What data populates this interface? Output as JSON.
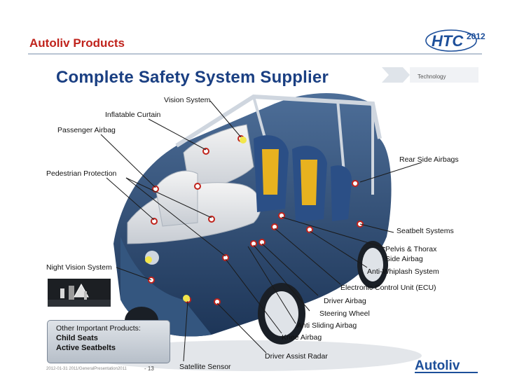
{
  "header": {
    "title": "Autoliv Products",
    "logo_text": "HTC",
    "logo_year": "2012"
  },
  "slide": {
    "heading": "Complete Safety System Supplier",
    "tag": "Technology",
    "labels": {
      "vision_system": "Vision System",
      "inflatable_curtain": "Inflatable Curtain",
      "passenger_airbag": "Passenger Airbag",
      "pedestrian_protection": "Pedestrian Protection",
      "rear_side_airbags": "Rear Side Airbags",
      "seatbelt_systems": "Seatbelt Systems",
      "pelvis_thorax_1": "Pelvis & Thorax",
      "pelvis_thorax_2": "Side Airbag",
      "anti_whiplash": "Anti-Whiplash System",
      "ecu": "Electronic Control Unit (ECU)",
      "driver_airbag": "Driver Airbag",
      "steering_wheel": "Steering Wheel",
      "anti_sliding": "Anti Sliding Airbag",
      "knee_airbag": "Knee Airbag",
      "driver_assist_radar": "Driver Assist Radar",
      "satellite_sensor": "Satellite Sensor",
      "night_vision": "Night Vision System"
    },
    "other_products": {
      "title": "Other Important Products:",
      "items": [
        "Child Seats",
        "Active Seatbelts"
      ]
    }
  },
  "footer": {
    "text": "2012-01-31 2011/GeneralPresentation2011",
    "page": "- 13",
    "brand": "Autoliv"
  },
  "colors": {
    "title_red": "#c0231c",
    "heading_blue": "#1a3f82",
    "logo_blue": "#1d4f9a"
  }
}
